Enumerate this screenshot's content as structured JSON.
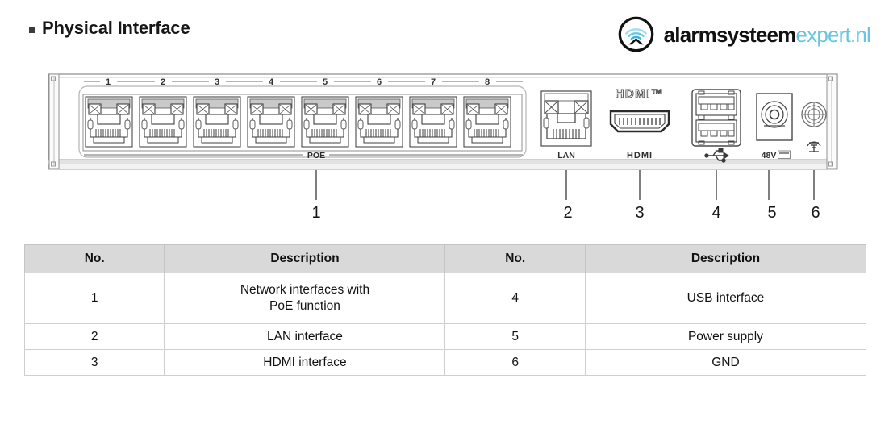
{
  "header": {
    "bullet": "square-bullet",
    "title": "Physical Interface"
  },
  "brand": {
    "icon": "alarm-wifi-logo-icon",
    "name_primary": "alarmsysteem",
    "name_secondary": "expert.nl",
    "accent_color": "#69c6dd",
    "primary_color": "#111111"
  },
  "device": {
    "poe_group_label": "POE",
    "port_numbers": [
      "1",
      "2",
      "3",
      "4",
      "5",
      "6",
      "7",
      "8"
    ],
    "port_labels": {
      "lan": "LAN",
      "hdmi_logo": "HDMI™",
      "hdmi": "HDMI",
      "usb": "usb-trident-icon",
      "power": "48V",
      "power_dc": "dc-symbol",
      "gnd": "ground-symbol-icon"
    },
    "callouts": [
      "1",
      "2",
      "3",
      "4",
      "5",
      "6"
    ]
  },
  "table": {
    "headers": [
      "No.",
      "Description",
      "No.",
      "Description"
    ],
    "rows": [
      {
        "no_left": "1",
        "desc_left_line1": "Network interfaces with",
        "desc_left_line2": "PoE function",
        "no_right": "4",
        "desc_right": "USB interface"
      },
      {
        "no_left": "2",
        "desc_left": "LAN interface",
        "no_right": "5",
        "desc_right": "Power supply"
      },
      {
        "no_left": "3",
        "desc_left": "HDMI interface",
        "no_right": "6",
        "desc_right": "GND"
      }
    ]
  }
}
